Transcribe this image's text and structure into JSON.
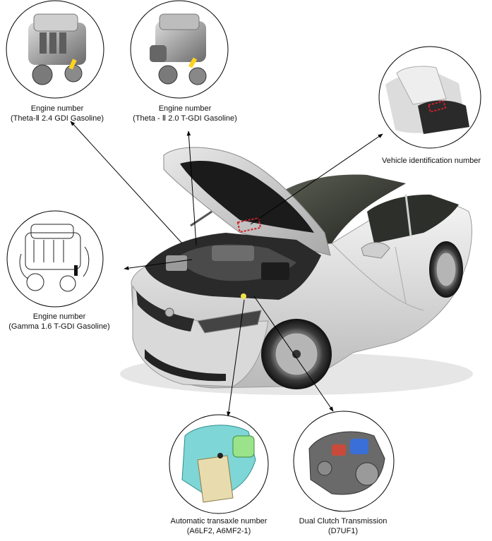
{
  "labels": {
    "engine_theta_24": {
      "line1": "Engine number",
      "line2": "(Theta-Ⅱ 2.4 GDI Gasoline)"
    },
    "engine_theta_20": {
      "line1": "Engine number",
      "line2": "(Theta - Ⅱ  2.0 T-GDI Gasoline)"
    },
    "vin": {
      "line1": "Vehicle identification number"
    },
    "engine_gamma_16": {
      "line1": "Engine number",
      "line2": "(Gamma 1.6 T-GDI Gasoline)"
    },
    "auto_transaxle": {
      "line1": "Automatic transaxle number",
      "line2": "(A6LF2, A6MF2-1)"
    },
    "dct": {
      "line1": "Dual Clutch Transmission",
      "line2": "(D7UF1)"
    }
  },
  "colors": {
    "marker": "#ffd21f",
    "vin_marker": "#d0202a",
    "transaxle_body": "#7fd6d6",
    "transaxle_pan": "#e8dcae"
  }
}
